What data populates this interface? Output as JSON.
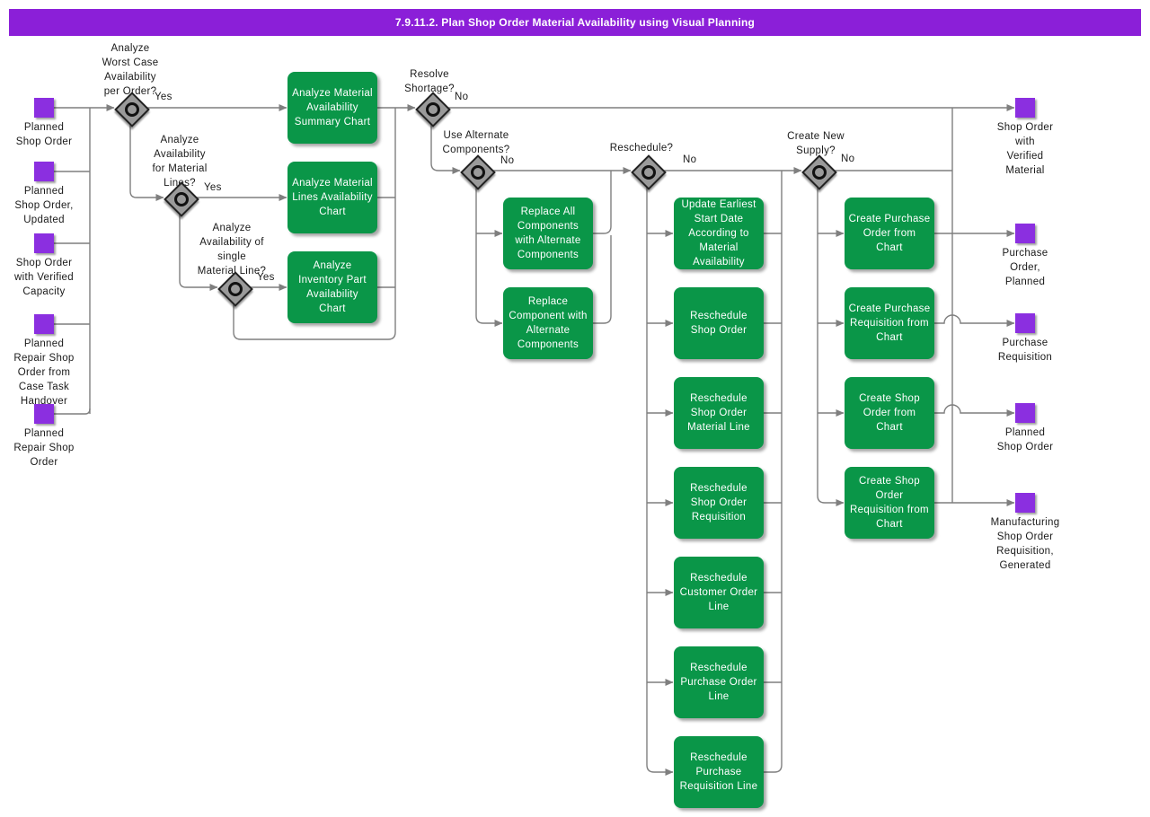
{
  "title": "7.9.11.2. Plan Shop Order Material Availability using Visual Planning",
  "colors": {
    "title_bar": "#8b1fd8",
    "event_square": "#8b2fe0",
    "task_green": "#0a9648",
    "connector": "#7f7f7f",
    "gateway_fill": "#9a9a9a"
  },
  "inputs": [
    {
      "label": "Planned\nShop Order"
    },
    {
      "label": "Planned\nShop Order,\nUpdated"
    },
    {
      "label": "Shop Order\nwith Verified\nCapacity"
    },
    {
      "label": "Planned\nRepair Shop\nOrder from\nCase Task\nHandover"
    },
    {
      "label": "Planned\nRepair Shop\nOrder"
    }
  ],
  "decisions": [
    {
      "question": "Analyze\nWorst Case\nAvailability\nper Order?",
      "branch_label": "Yes"
    },
    {
      "question": "Analyze\nAvailability\nfor Material\nLines?",
      "branch_label": "Yes"
    },
    {
      "question": "Analyze\nAvailability of\nsingle\nMaterial Line?",
      "branch_label": "Yes"
    },
    {
      "question": "Resolve\nShortage?",
      "branch_label": "No"
    },
    {
      "question": "Use Alternate\nComponents?",
      "branch_label": "No"
    },
    {
      "question": "Reschedule?",
      "branch_label": "No"
    },
    {
      "question": "Create New\nSupply?",
      "branch_label": "No"
    }
  ],
  "tasks": [
    {
      "label": "Analyze Material\nAvailability\nSummary Chart"
    },
    {
      "label": "Analyze Material\nLines Availability\nChart"
    },
    {
      "label": "Analyze\nInventory Part\nAvailability\nChart"
    },
    {
      "label": "Replace All\nComponents\nwith Alternate\nComponents"
    },
    {
      "label": "Replace\nComponent with\nAlternate\nComponents"
    },
    {
      "label": "Update Earliest\nStart Date\nAccording to\nMaterial\nAvailability"
    },
    {
      "label": "Reschedule\nShop Order"
    },
    {
      "label": "Reschedule\nShop Order\nMaterial Line"
    },
    {
      "label": "Reschedule\nShop Order\nRequisition"
    },
    {
      "label": "Reschedule\nCustomer Order\nLine"
    },
    {
      "label": "Reschedule\nPurchase Order\nLine"
    },
    {
      "label": "Reschedule\nPurchase\nRequisition Line"
    },
    {
      "label": "Create Purchase\nOrder from\nChart"
    },
    {
      "label": "Create Purchase\nRequisition from\nChart"
    },
    {
      "label": "Create Shop\nOrder from\nChart"
    },
    {
      "label": "Create Shop\nOrder\nRequisition from\nChart"
    }
  ],
  "outputs": [
    {
      "label": "Shop Order\nwith\nVerified\nMaterial"
    },
    {
      "label": "Purchase\nOrder,\nPlanned"
    },
    {
      "label": "Purchase\nRequisition"
    },
    {
      "label": "Planned\nShop Order"
    },
    {
      "label": "Manufacturing\nShop Order\nRequisition,\nGenerated"
    }
  ]
}
